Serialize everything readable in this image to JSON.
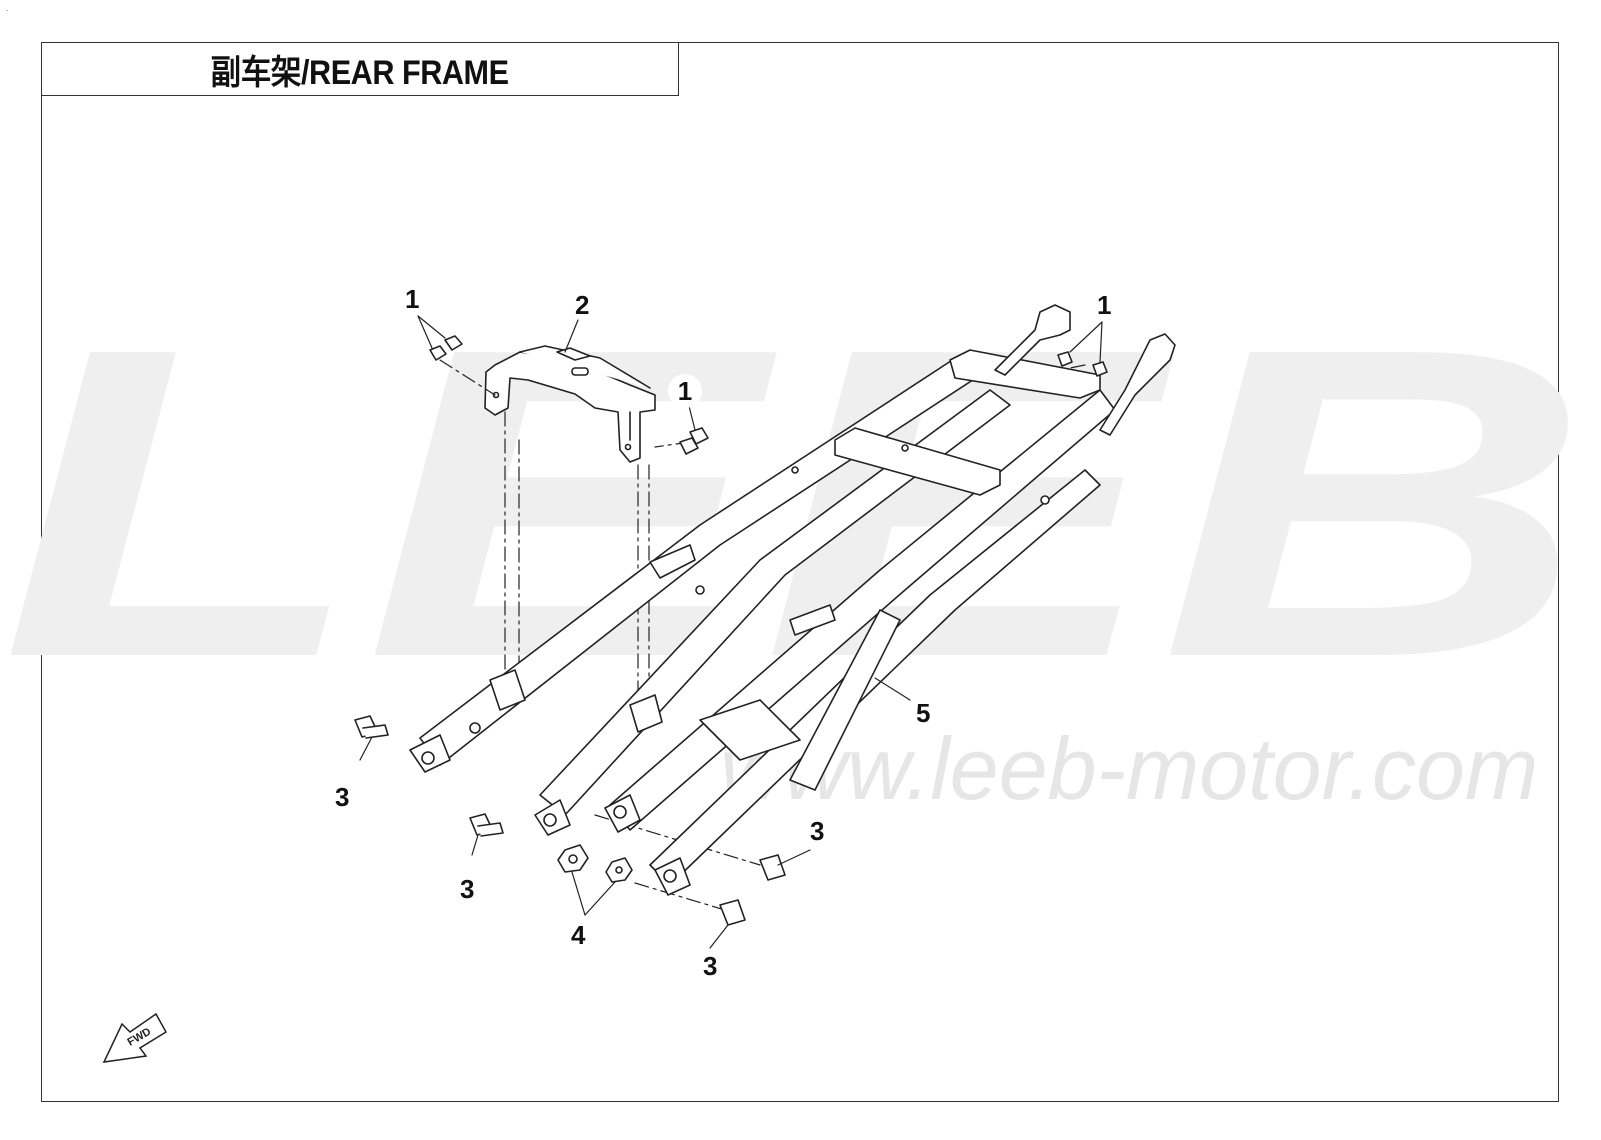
{
  "title": "副车架/REAR FRAME",
  "watermark": {
    "letters": "LEEB",
    "url": "www.leeb-motor.com"
  },
  "callouts": {
    "c1a": "1",
    "c2": "2",
    "c1b": "1",
    "c1c": "1",
    "c3a": "3",
    "c3b": "3",
    "c3c": "3",
    "c3d": "3",
    "c4": "4",
    "c5": "5"
  },
  "fwd_label": "FWD",
  "corner_mark": "."
}
